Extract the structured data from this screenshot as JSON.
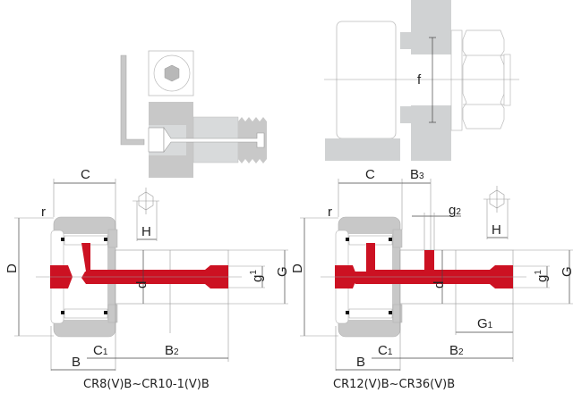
{
  "colors": {
    "grease_path": "#cc1122",
    "metal": "#c8c8c8",
    "metal_light": "#d8dadb",
    "outline": "#b0b0b0",
    "dim_line": "#444444"
  },
  "figures": {
    "hex_key_illustration": {
      "description": "hex key inserted into stud end socket"
    },
    "mounting_illustration": {
      "label_f": "f"
    },
    "left": {
      "caption": "CR8(V)B~CR10-1(V)B",
      "labels": {
        "C": "C",
        "r": "r",
        "D": "D",
        "H": "H",
        "d": "d",
        "g1": "g",
        "g1_sub": "1",
        "G": "G",
        "C1": "C",
        "C1_sub": "1",
        "B": "B",
        "B2": "B",
        "B2_sub": "2"
      }
    },
    "right": {
      "caption": "CR12(V)B~CR36(V)B",
      "labels": {
        "C": "C",
        "B3": "B",
        "B3_sub": "3",
        "g2": "g",
        "g2_sub": "2",
        "r": "r",
        "D": "D",
        "H": "H",
        "d": "d",
        "g1": "g",
        "g1_sub": "1",
        "G": "G",
        "G1": "G",
        "G1_sub": "1",
        "C1": "C",
        "C1_sub": "1",
        "B": "B",
        "B2": "B",
        "B2_sub": "2"
      }
    }
  }
}
